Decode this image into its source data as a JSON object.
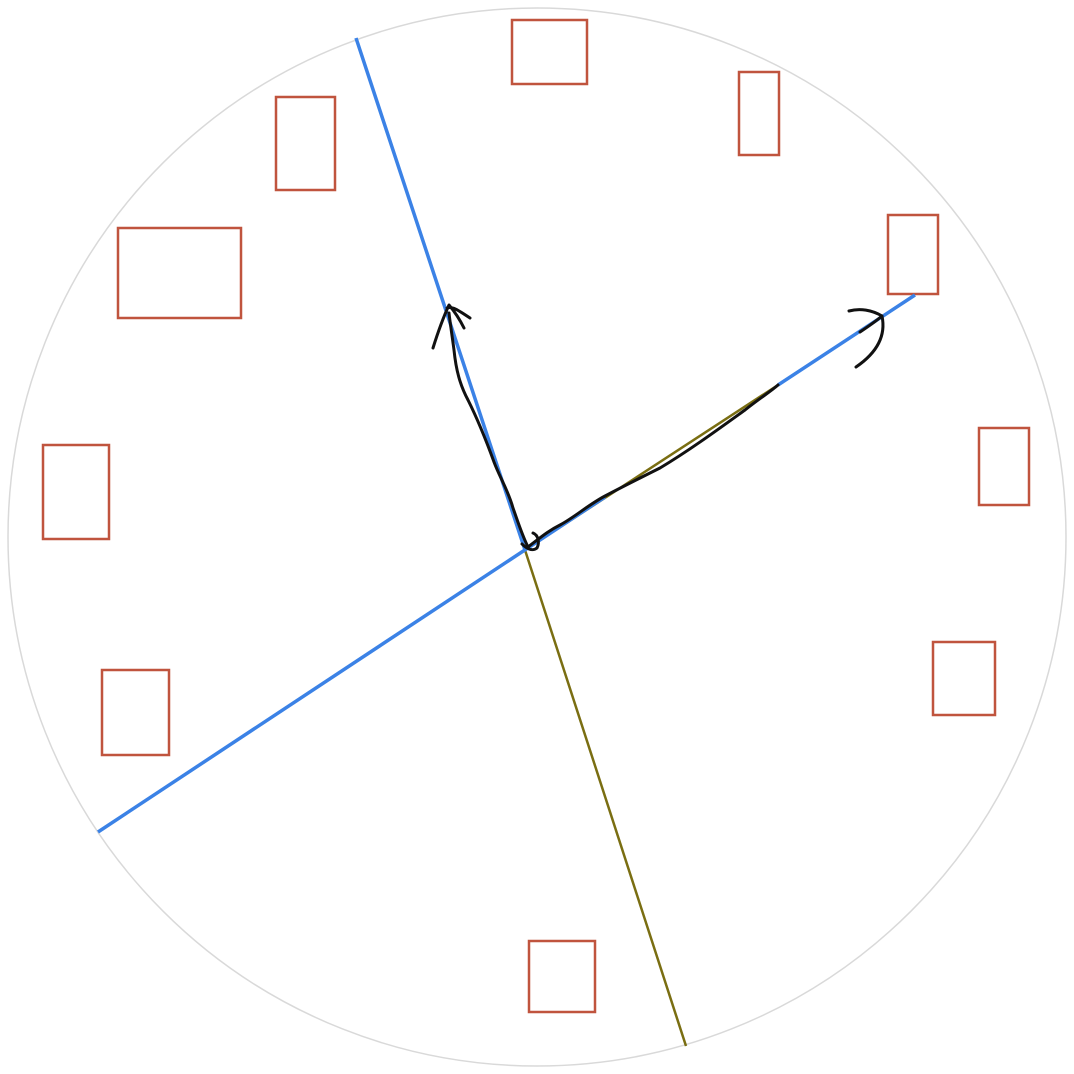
{
  "colors": {
    "background": "#ffffff",
    "circle_outline": "#d9d9d9",
    "label_box": "#c0543e",
    "line_blue": "#3b82e6",
    "line_olive": "#7a6e12",
    "pen_black": "#111111"
  },
  "diagram": {
    "outer_circle": "circle",
    "label_boxes": [
      {
        "name": "box-12",
        "text": ""
      },
      {
        "name": "box-1",
        "text": ""
      },
      {
        "name": "box-2",
        "text": ""
      },
      {
        "name": "box-3",
        "text": ""
      },
      {
        "name": "box-4",
        "text": ""
      },
      {
        "name": "box-6",
        "text": ""
      },
      {
        "name": "box-8",
        "text": ""
      },
      {
        "name": "box-9",
        "text": ""
      },
      {
        "name": "box-10",
        "text": ""
      },
      {
        "name": "box-11",
        "text": ""
      }
    ],
    "lines": [
      "blue-diagonal-line",
      "blue-upper-line",
      "olive-line"
    ],
    "sketch_arrows": [
      "sketch-arrow-up",
      "sketch-arrow-right"
    ]
  }
}
